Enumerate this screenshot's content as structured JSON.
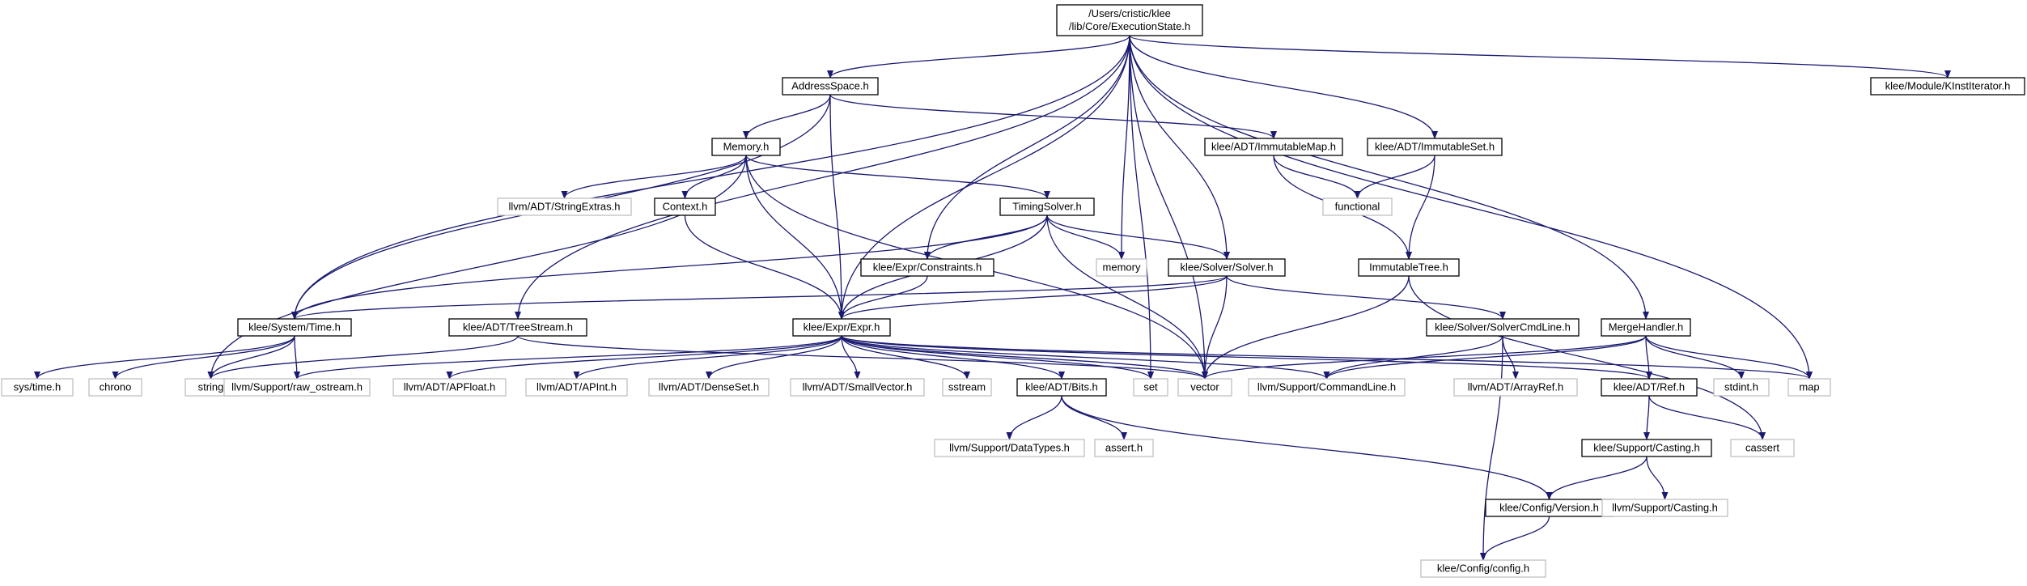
{
  "colors": {
    "edge": "#191970",
    "documented_border": "#000000",
    "external_border": "#bfbfbf",
    "root_fill": "#bfbfbf",
    "text": "#000000"
  },
  "nodes": [
    {
      "id": "root",
      "lines": [
        "/Users/cristic/klee",
        "/lib/Core/ExecutionState.h"
      ],
      "kind": "root"
    },
    {
      "id": "addressspace",
      "lines": [
        "AddressSpace.h"
      ],
      "kind": "documented"
    },
    {
      "id": "kinstiterator",
      "lines": [
        "klee/Module/KInstIterator.h"
      ],
      "kind": "documented"
    },
    {
      "id": "memory_h",
      "lines": [
        "Memory.h"
      ],
      "kind": "documented"
    },
    {
      "id": "immutablemap",
      "lines": [
        "klee/ADT/ImmutableMap.h"
      ],
      "kind": "documented"
    },
    {
      "id": "immutableset",
      "lines": [
        "klee/ADT/ImmutableSet.h"
      ],
      "kind": "documented"
    },
    {
      "id": "stringextras",
      "lines": [
        "llvm/ADT/StringExtras.h"
      ],
      "kind": "external"
    },
    {
      "id": "context",
      "lines": [
        "Context.h"
      ],
      "kind": "documented"
    },
    {
      "id": "functional",
      "lines": [
        "functional"
      ],
      "kind": "external"
    },
    {
      "id": "timingsolver",
      "lines": [
        "TimingSolver.h"
      ],
      "kind": "documented"
    },
    {
      "id": "constraints",
      "lines": [
        "klee/Expr/Constraints.h"
      ],
      "kind": "documented"
    },
    {
      "id": "memory_std",
      "lines": [
        "memory"
      ],
      "kind": "external"
    },
    {
      "id": "solver",
      "lines": [
        "klee/Solver/Solver.h"
      ],
      "kind": "documented"
    },
    {
      "id": "immutabletree",
      "lines": [
        "ImmutableTree.h"
      ],
      "kind": "documented"
    },
    {
      "id": "time",
      "lines": [
        "klee/System/Time.h"
      ],
      "kind": "documented"
    },
    {
      "id": "treestream",
      "lines": [
        "klee/ADT/TreeStream.h"
      ],
      "kind": "documented"
    },
    {
      "id": "expr",
      "lines": [
        "klee/Expr/Expr.h"
      ],
      "kind": "documented"
    },
    {
      "id": "solvercmd",
      "lines": [
        "klee/Solver/SolverCmdLine.h"
      ],
      "kind": "documented"
    },
    {
      "id": "mergehandler",
      "lines": [
        "MergeHandler.h"
      ],
      "kind": "documented"
    },
    {
      "id": "systime",
      "lines": [
        "sys/time.h"
      ],
      "kind": "external"
    },
    {
      "id": "chrono",
      "lines": [
        "chrono"
      ],
      "kind": "external"
    },
    {
      "id": "string",
      "lines": [
        "string"
      ],
      "kind": "external"
    },
    {
      "id": "raw_ostream",
      "lines": [
        "llvm/Support/raw_ostream.h"
      ],
      "kind": "external"
    },
    {
      "id": "apfloat",
      "lines": [
        "llvm/ADT/APFloat.h"
      ],
      "kind": "external"
    },
    {
      "id": "apint",
      "lines": [
        "llvm/ADT/APInt.h"
      ],
      "kind": "external"
    },
    {
      "id": "denseset",
      "lines": [
        "llvm/ADT/DenseSet.h"
      ],
      "kind": "external"
    },
    {
      "id": "smallvector",
      "lines": [
        "llvm/ADT/SmallVector.h"
      ],
      "kind": "external"
    },
    {
      "id": "sstream",
      "lines": [
        "sstream"
      ],
      "kind": "external"
    },
    {
      "id": "bits",
      "lines": [
        "klee/ADT/Bits.h"
      ],
      "kind": "documented"
    },
    {
      "id": "set",
      "lines": [
        "set"
      ],
      "kind": "external"
    },
    {
      "id": "vector",
      "lines": [
        "vector"
      ],
      "kind": "external"
    },
    {
      "id": "commandline",
      "lines": [
        "llvm/Support/CommandLine.h"
      ],
      "kind": "external"
    },
    {
      "id": "arrayref",
      "lines": [
        "llvm/ADT/ArrayRef.h"
      ],
      "kind": "external"
    },
    {
      "id": "ref",
      "lines": [
        "klee/ADT/Ref.h"
      ],
      "kind": "documented"
    },
    {
      "id": "stdint",
      "lines": [
        "stdint.h"
      ],
      "kind": "external"
    },
    {
      "id": "map",
      "lines": [
        "map"
      ],
      "kind": "external"
    },
    {
      "id": "datatypes",
      "lines": [
        "llvm/Support/DataTypes.h"
      ],
      "kind": "external"
    },
    {
      "id": "assert",
      "lines": [
        "assert.h"
      ],
      "kind": "external"
    },
    {
      "id": "casting",
      "lines": [
        "klee/Support/Casting.h"
      ],
      "kind": "documented"
    },
    {
      "id": "cassert",
      "lines": [
        "cassert"
      ],
      "kind": "external"
    },
    {
      "id": "version",
      "lines": [
        "klee/Config/Version.h"
      ],
      "kind": "documented"
    },
    {
      "id": "llvmcasting",
      "lines": [
        "llvm/Support/Casting.h"
      ],
      "kind": "external"
    },
    {
      "id": "config",
      "lines": [
        "klee/Config/config.h"
      ],
      "kind": "external"
    }
  ],
  "edges": [
    [
      "root",
      "addressspace"
    ],
    [
      "root",
      "kinstiterator"
    ],
    [
      "root",
      "time"
    ],
    [
      "root",
      "treestream"
    ],
    [
      "root",
      "expr"
    ],
    [
      "root",
      "constraints"
    ],
    [
      "root",
      "memory_std"
    ],
    [
      "root",
      "solver"
    ],
    [
      "root",
      "set"
    ],
    [
      "root",
      "vector"
    ],
    [
      "root",
      "map"
    ],
    [
      "root",
      "immutableset"
    ],
    [
      "root",
      "mergehandler"
    ],
    [
      "addressspace",
      "memory_h"
    ],
    [
      "addressspace",
      "immutablemap"
    ],
    [
      "addressspace",
      "expr"
    ],
    [
      "addressspace",
      "time"
    ],
    [
      "memory_h",
      "stringextras"
    ],
    [
      "memory_h",
      "context"
    ],
    [
      "memory_h",
      "timingsolver"
    ],
    [
      "memory_h",
      "expr"
    ],
    [
      "memory_h",
      "vector"
    ],
    [
      "memory_h",
      "string"
    ],
    [
      "immutablemap",
      "functional"
    ],
    [
      "immutablemap",
      "immutabletree"
    ],
    [
      "immutableset",
      "functional"
    ],
    [
      "immutableset",
      "immutabletree"
    ],
    [
      "context",
      "expr"
    ],
    [
      "timingsolver",
      "constraints"
    ],
    [
      "timingsolver",
      "memory_std"
    ],
    [
      "timingsolver",
      "solver"
    ],
    [
      "timingsolver",
      "time"
    ],
    [
      "timingsolver",
      "expr"
    ],
    [
      "timingsolver",
      "vector"
    ],
    [
      "constraints",
      "expr"
    ],
    [
      "solver",
      "expr"
    ],
    [
      "solver",
      "time"
    ],
    [
      "solver",
      "vector"
    ],
    [
      "solver",
      "solvercmd"
    ],
    [
      "immutabletree",
      "vector"
    ],
    [
      "immutabletree",
      "cassert"
    ],
    [
      "time",
      "systime"
    ],
    [
      "time",
      "chrono"
    ],
    [
      "time",
      "string"
    ],
    [
      "time",
      "raw_ostream"
    ],
    [
      "treestream",
      "string"
    ],
    [
      "treestream",
      "vector"
    ],
    [
      "expr",
      "raw_ostream"
    ],
    [
      "expr",
      "apfloat"
    ],
    [
      "expr",
      "apint"
    ],
    [
      "expr",
      "denseset"
    ],
    [
      "expr",
      "smallvector"
    ],
    [
      "expr",
      "sstream"
    ],
    [
      "expr",
      "bits"
    ],
    [
      "expr",
      "set"
    ],
    [
      "expr",
      "vector"
    ],
    [
      "expr",
      "commandline"
    ],
    [
      "expr",
      "ref"
    ],
    [
      "expr",
      "map"
    ],
    [
      "solvercmd",
      "commandline"
    ],
    [
      "solvercmd",
      "arrayref"
    ],
    [
      "solvercmd",
      "config"
    ],
    [
      "mergehandler",
      "vector"
    ],
    [
      "mergehandler",
      "commandline"
    ],
    [
      "mergehandler",
      "ref"
    ],
    [
      "mergehandler",
      "stdint"
    ],
    [
      "mergehandler",
      "map"
    ],
    [
      "bits",
      "datatypes"
    ],
    [
      "bits",
      "assert"
    ],
    [
      "bits",
      "version"
    ],
    [
      "ref",
      "casting"
    ],
    [
      "ref",
      "cassert"
    ],
    [
      "casting",
      "version"
    ],
    [
      "casting",
      "llvmcasting"
    ],
    [
      "version",
      "config"
    ]
  ]
}
